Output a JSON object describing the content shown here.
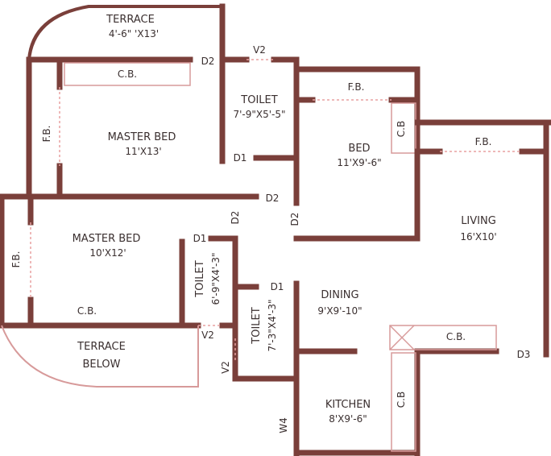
{
  "rooms": {
    "terrace_top": {
      "name": "TERRACE",
      "size": "4'-6\" 'X13'"
    },
    "master_bed_1": {
      "name": "MASTER BED",
      "size": "11'X13'"
    },
    "toilet_1": {
      "name": "TOILET",
      "size": "7'-9\"X5'-5\""
    },
    "bed": {
      "name": "BED",
      "size": "11'X9'-6\""
    },
    "living": {
      "name": "LIVING",
      "size": "16'X10'"
    },
    "master_bed_2": {
      "name": "MASTER BED",
      "size": "10'X12'"
    },
    "toilet_2": {
      "name": "TOILET",
      "size": "6'-9\"X4'-3\""
    },
    "toilet_3": {
      "name": "TOILET",
      "size": "7'-3\"X4'-3\""
    },
    "dining": {
      "name": "DINING",
      "size": "9'X9'-10\""
    },
    "terrace_below": {
      "name": "TERRACE",
      "name2": "BELOW"
    },
    "kitchen": {
      "name": "KITCHEN",
      "size": "8'X9'-6\""
    }
  },
  "fixtures": {
    "cb_master1": "C.B.",
    "fb_master1": "F.B.",
    "fb_bed": "F.B.",
    "cb_bed": "C.B",
    "fb_living": "F.B.",
    "fb_master2": "F.B.",
    "cb_master2": "C.B.",
    "cb_dining": "C.B.",
    "cb_kitchen": "C.B"
  },
  "openings": {
    "v2_top": "V2",
    "d2_master1": "D2",
    "d1_toilet1": "D1",
    "d2_corridor": "D2",
    "d2_master2": "D2",
    "d2_bed": "D2",
    "d1_toilet2": "D1",
    "d1_toilet3": "D1",
    "v2_toilet2": "V2",
    "v2_toilet3": "V2",
    "w4_kitchen": "W4",
    "d3_main": "D3"
  }
}
